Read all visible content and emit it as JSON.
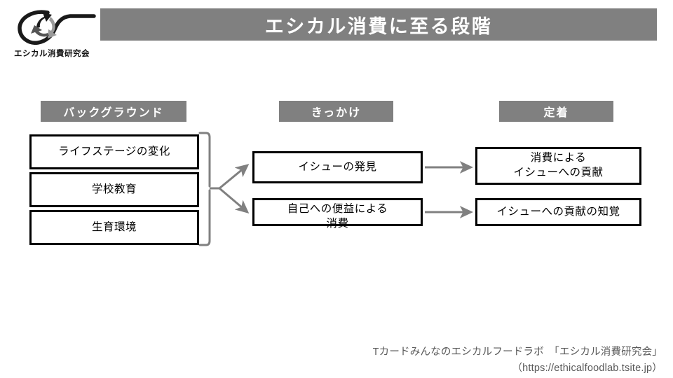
{
  "logo": {
    "alt": "recycle-swoosh-logo",
    "caption": "エシカル消費研究会"
  },
  "header": {
    "title": "エシカル消費に至る段階"
  },
  "columns": [
    {
      "id": "background",
      "label": "バックグラウンド"
    },
    {
      "id": "trigger",
      "label": "きっかけ"
    },
    {
      "id": "fixation",
      "label": "定着"
    }
  ],
  "nodes": {
    "background": [
      {
        "id": "life-stage",
        "label": "ライフステージの変化"
      },
      {
        "id": "school",
        "label": "学校教育"
      },
      {
        "id": "upbringing",
        "label": "生育環境"
      }
    ],
    "trigger": [
      {
        "id": "issue-discovery",
        "label": "イシューの発見"
      },
      {
        "id": "self-benefit",
        "label": "自己への便益による\n消費"
      }
    ],
    "fixation": [
      {
        "id": "issue-contribution",
        "label": "消費による\nイシューへの貢献"
      },
      {
        "id": "contribution-awareness",
        "label": "イシューへの貢献の知覚"
      }
    ]
  },
  "connectors": {
    "bracket": "background-group-bracket",
    "arrows": [
      "bracket-to-issue-discovery",
      "bracket-to-self-benefit",
      "issue-discovery-to-issue-contribution",
      "self-benefit-to-contribution-awareness"
    ]
  },
  "footer": {
    "line1": "Tカードみんなのエシカルフードラボ　「エシカル消費研究会」",
    "line2": "（https://ethicalfoodlab.tsite.jp）"
  },
  "colors": {
    "header_gray": "#808080",
    "box_border": "#000000",
    "arrow_gray": "#808080",
    "footer_text": "#595959",
    "logo_dark": "#1a1a1a",
    "logo_mid": "#555555",
    "logo_light": "#9a9a9a"
  }
}
